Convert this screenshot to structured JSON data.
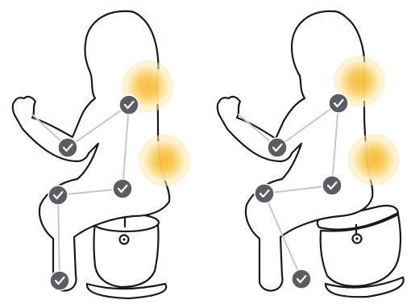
{
  "colors": {
    "outline": "#1a1a1a",
    "bone": "#c7c7c7",
    "joint_fill": "#5c5c63",
    "joint_ring": "#ffffff",
    "check": "#ffffff",
    "glow_outer": "#fde7b0",
    "glow_mid": "#fbd377",
    "glow_core": "#f7bf3a"
  },
  "icons": {
    "joint": "check-circle-icon",
    "pressure": "glow-spot",
    "stool_button": "dot-circle-icon"
  },
  "panels": [
    {
      "name": "upright",
      "joints": [
        "shoulder",
        "elbow",
        "hip",
        "knee",
        "ankle"
      ],
      "pressure_points": [
        "upper-back",
        "lower-back"
      ]
    },
    {
      "name": "reclined",
      "joints": [
        "shoulder",
        "elbow",
        "hip",
        "knee",
        "ankle"
      ],
      "pressure_points": [
        "upper-back",
        "lower-back"
      ]
    }
  ]
}
